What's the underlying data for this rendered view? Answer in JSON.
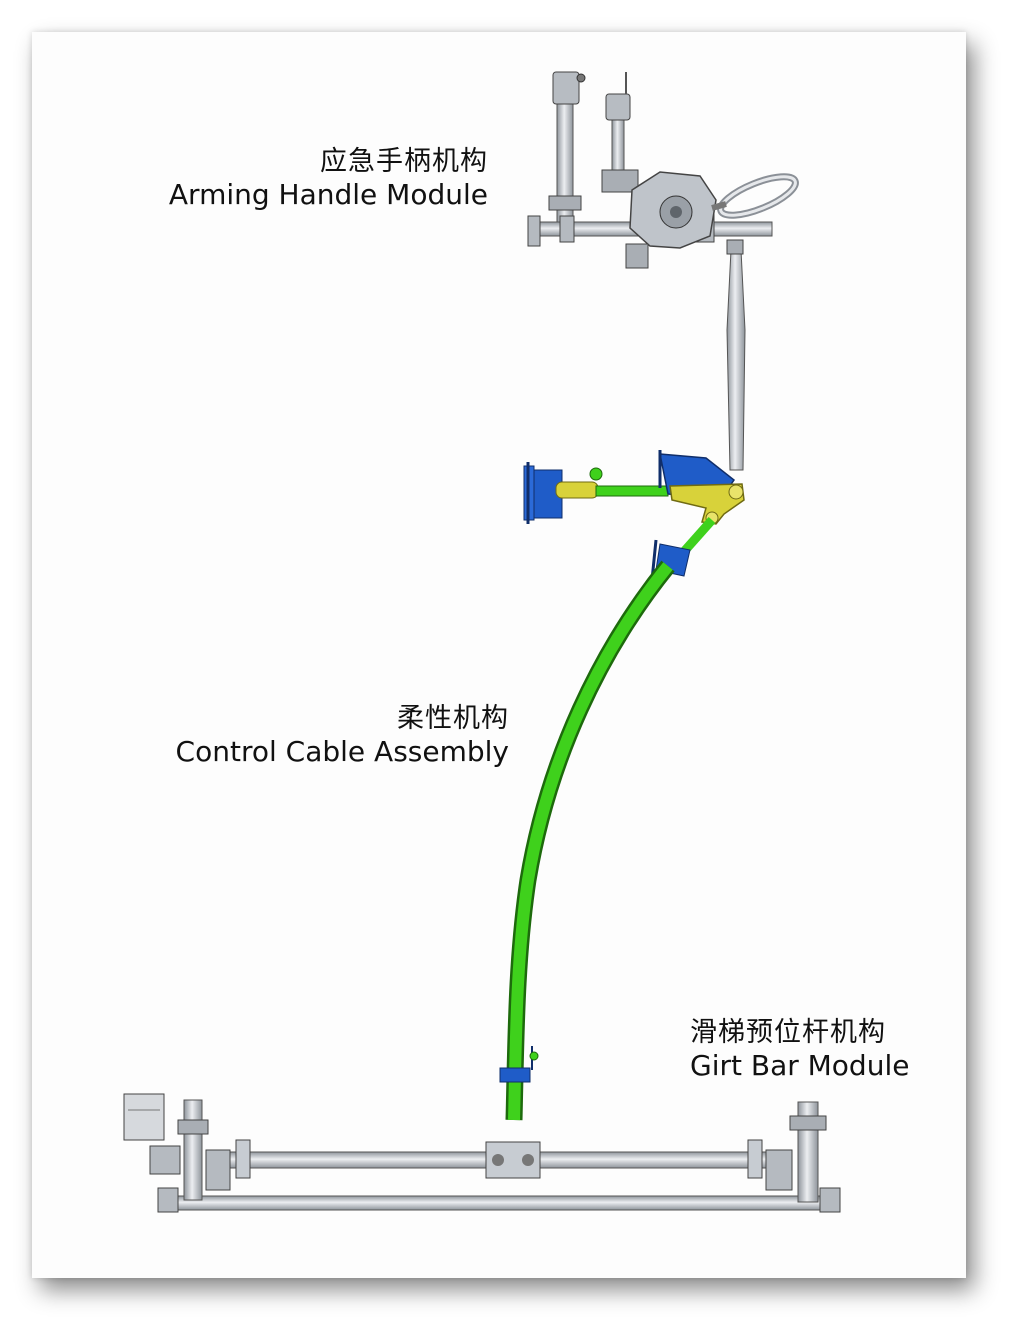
{
  "modules": [
    {
      "id": "arming",
      "label_cn": "应急手柄机构",
      "label_en": "Arming Handle Module"
    },
    {
      "id": "cable",
      "label_cn": "柔性机构",
      "label_en": "Control Cable Assembly"
    },
    {
      "id": "girt",
      "label_cn": "滑梯预位杆机构",
      "label_en": "Girt Bar Module"
    }
  ],
  "colors": {
    "metal": "#c9cdd3",
    "metal_dark": "#6f757c",
    "cable_green": "#3fd11c",
    "bracket_blue": "#1f5cc8",
    "bracket_yellow": "#d8d23a"
  }
}
